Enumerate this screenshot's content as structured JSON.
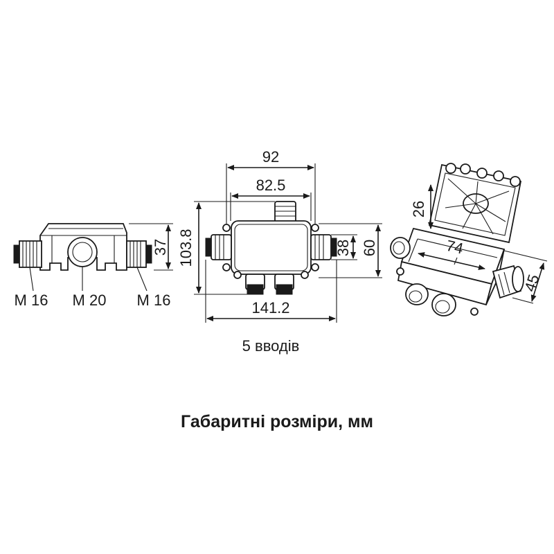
{
  "side_view": {
    "labels": [
      "M 16",
      "M 20",
      "M 16"
    ],
    "height": "37"
  },
  "top_view": {
    "dim_outer_width": "92",
    "dim_hole_spacing": "82.5",
    "dim_overall_length": "141.2",
    "dim_overall_height": "103.8",
    "dim_body_height": "38",
    "dim_outer_height": "60",
    "caption": "5 вводів"
  },
  "iso_view": {
    "dim_lid": "26",
    "dim_inner": "74",
    "dim_depth": "45"
  },
  "title": "Габаритні розміри, мм"
}
